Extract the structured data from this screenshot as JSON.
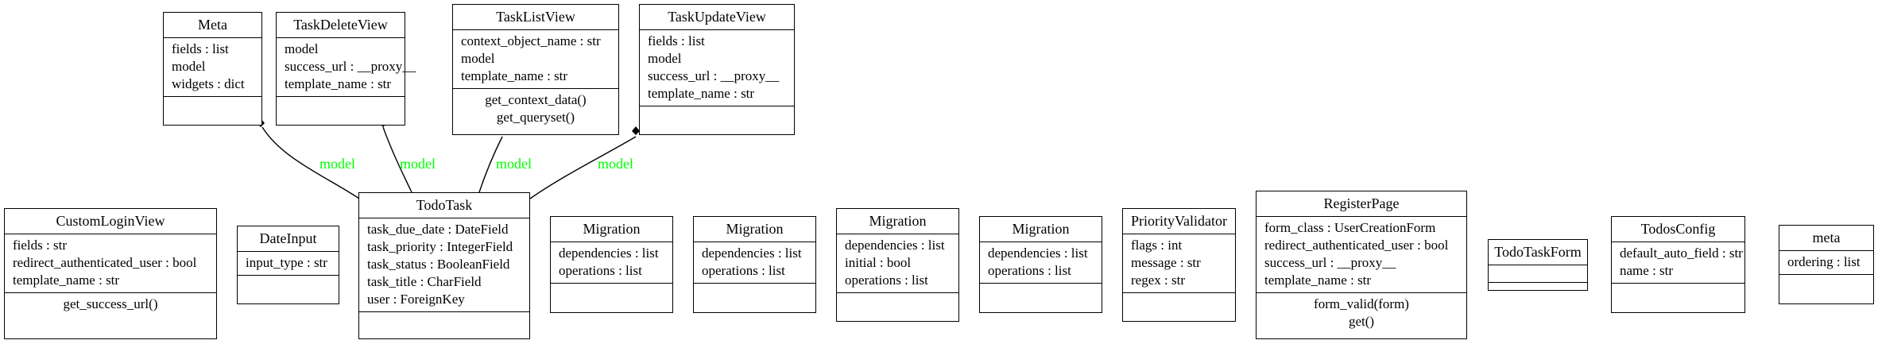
{
  "diagram": {
    "label_color": "#00ff00",
    "line_color": "#000000",
    "classes": [
      {
        "id": "Meta",
        "name": "Meta",
        "attributes": [
          "fields : list",
          "model",
          "widgets : dict"
        ],
        "methods": []
      },
      {
        "id": "TaskDeleteView",
        "name": "TaskDeleteView",
        "attributes": [
          "model",
          "success_url : __proxy__",
          "template_name : str"
        ],
        "methods": []
      },
      {
        "id": "TaskListView",
        "name": "TaskListView",
        "attributes": [
          "context_object_name : str",
          "model",
          "template_name : str"
        ],
        "methods": [
          "get_context_data()",
          "get_queryset()"
        ]
      },
      {
        "id": "TaskUpdateView",
        "name": "TaskUpdateView",
        "attributes": [
          "fields : list",
          "model",
          "success_url : __proxy__",
          "template_name : str"
        ],
        "methods": []
      },
      {
        "id": "CustomLoginView",
        "name": "CustomLoginView",
        "attributes": [
          "fields : str",
          "redirect_authenticated_user : bool",
          "template_name : str"
        ],
        "methods": [
          "get_success_url()"
        ]
      },
      {
        "id": "DateInput",
        "name": "DateInput",
        "attributes": [
          "input_type : str"
        ],
        "methods": []
      },
      {
        "id": "TodoTask",
        "name": "TodoTask",
        "attributes": [
          "task_due_date : DateField",
          "task_priority : IntegerField",
          "task_status : BooleanField",
          "task_title : CharField",
          "user : ForeignKey"
        ],
        "methods": []
      },
      {
        "id": "Migration1",
        "name": "Migration",
        "attributes": [
          "dependencies : list",
          "operations : list"
        ],
        "methods": []
      },
      {
        "id": "Migration2",
        "name": "Migration",
        "attributes": [
          "dependencies : list",
          "operations : list"
        ],
        "methods": []
      },
      {
        "id": "Migration3",
        "name": "Migration",
        "attributes": [
          "dependencies : list",
          "initial : bool",
          "operations : list"
        ],
        "methods": []
      },
      {
        "id": "Migration4",
        "name": "Migration",
        "attributes": [
          "dependencies : list",
          "operations : list"
        ],
        "methods": []
      },
      {
        "id": "PriorityValidator",
        "name": "PriorityValidator",
        "attributes": [
          "flags : int",
          "message : str",
          "regex : str"
        ],
        "methods": []
      },
      {
        "id": "RegisterPage",
        "name": "RegisterPage",
        "attributes": [
          "form_class : UserCreationForm",
          "redirect_authenticated_user : bool",
          "success_url : __proxy__",
          "template_name : str"
        ],
        "methods": [
          "form_valid(form)",
          "get()"
        ]
      },
      {
        "id": "TodoTaskForm",
        "name": "TodoTaskForm",
        "attributes": [],
        "methods": []
      },
      {
        "id": "TodosConfig",
        "name": "TodosConfig",
        "attributes": [
          "default_auto_field : str",
          "name : str"
        ],
        "methods": []
      },
      {
        "id": "meta",
        "name": "meta",
        "attributes": [
          "ordering : list"
        ],
        "methods": []
      }
    ],
    "relations": [
      {
        "from": "TodoTask",
        "to": "Meta",
        "label": "model"
      },
      {
        "from": "TodoTask",
        "to": "TaskDeleteView",
        "label": "model"
      },
      {
        "from": "TodoTask",
        "to": "TaskListView",
        "label": "model"
      },
      {
        "from": "TodoTask",
        "to": "TaskUpdateView",
        "label": "model"
      }
    ]
  }
}
